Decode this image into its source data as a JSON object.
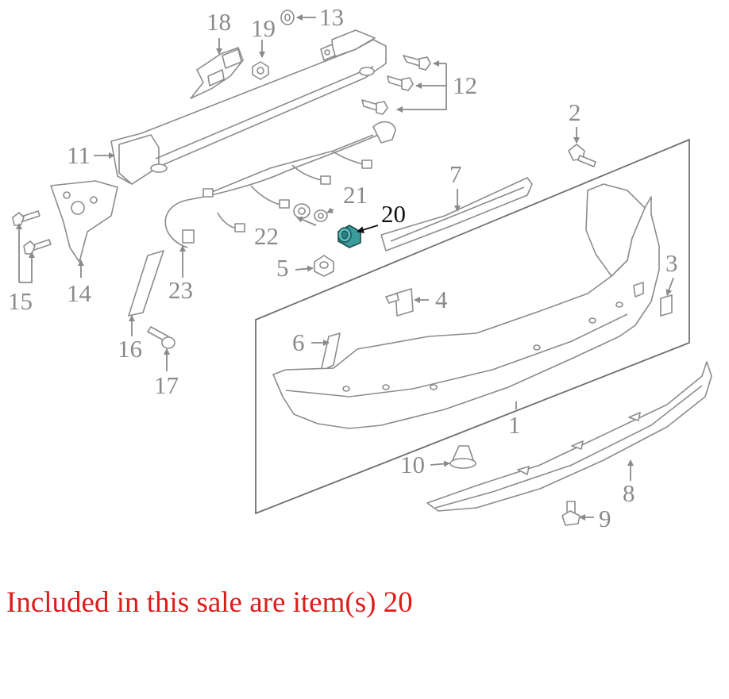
{
  "colors": {
    "callout_text": "#8a8a8a",
    "highlight_callout_text": "#111111",
    "highlight_part_fill": "#3a9a9c",
    "sale_note_text": "#e01b1b",
    "line_art": "#8c8c8c"
  },
  "callouts": {
    "c1": "1",
    "c2": "2",
    "c3": "3",
    "c4": "4",
    "c5": "5",
    "c6": "6",
    "c7": "7",
    "c8": "8",
    "c9": "9",
    "c10": "10",
    "c11": "11",
    "c12": "12",
    "c13": "13",
    "c14": "14",
    "c15": "15",
    "c16": "16",
    "c17": "17",
    "c18": "18",
    "c19": "19",
    "c20": "20",
    "c21": "21",
    "c22": "22",
    "c23": "23"
  },
  "highlighted_item": "20",
  "sale_note": "Included in this sale are item(s) 20"
}
